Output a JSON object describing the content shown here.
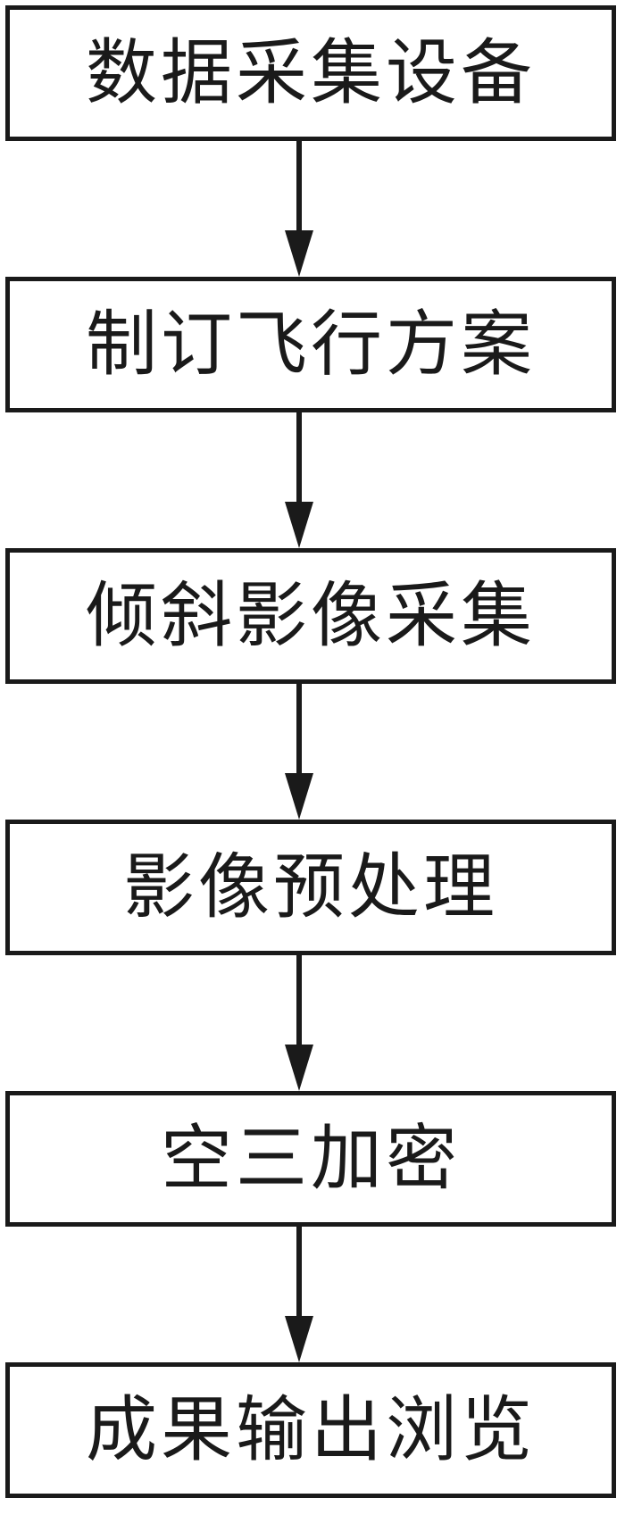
{
  "flowchart": {
    "steps": [
      {
        "label": "数据采集设备"
      },
      {
        "label": "制订飞行方案"
      },
      {
        "label": "倾斜影像采集"
      },
      {
        "label": "影像预处理"
      },
      {
        "label": "空三加密"
      },
      {
        "label": "成果输出浏览"
      }
    ]
  }
}
